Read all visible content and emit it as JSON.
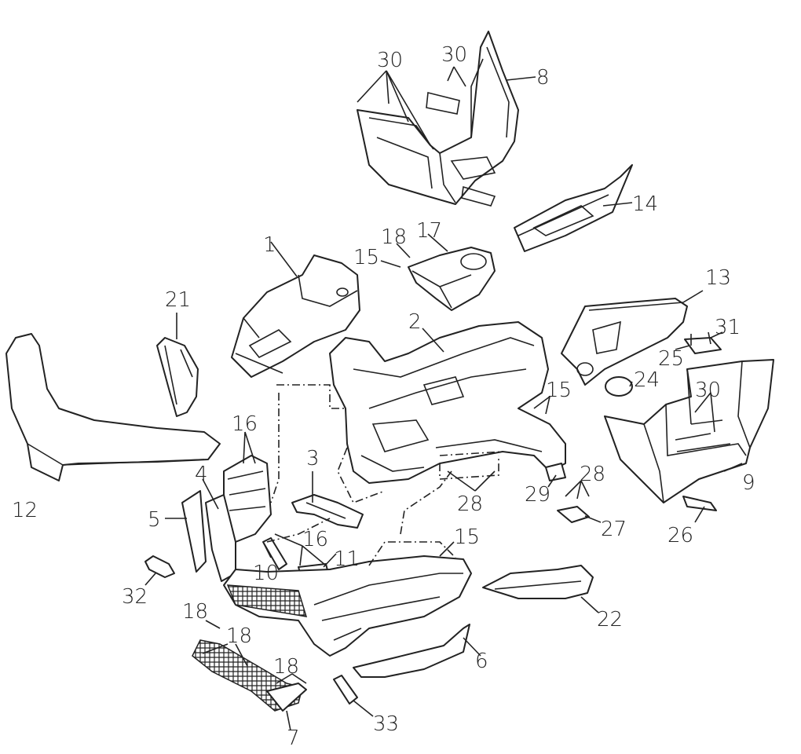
{
  "callouts": {
    "c1": "1",
    "c2": "2",
    "c3": "3",
    "c4": "4",
    "c5": "5",
    "c6": "6",
    "c7": "7",
    "c8": "8",
    "c9": "9",
    "c10": "10",
    "c11": "11",
    "c12": "12",
    "c13": "13",
    "c14": "14",
    "c15a": "15",
    "c15b": "15",
    "c15c": "15",
    "c16a": "16",
    "c16b": "16",
    "c17": "17",
    "c18a": "18",
    "c18b": "18",
    "c18c": "18",
    "c18d": "18",
    "c21": "21",
    "c22": "22",
    "c24": "24",
    "c25": "25",
    "c26": "26",
    "c27": "27",
    "c28a": "28",
    "c28b": "28",
    "c29": "29",
    "c30a": "30",
    "c30b": "30",
    "c30c": "30",
    "c31": "31",
    "c32": "32",
    "c33": "33"
  }
}
